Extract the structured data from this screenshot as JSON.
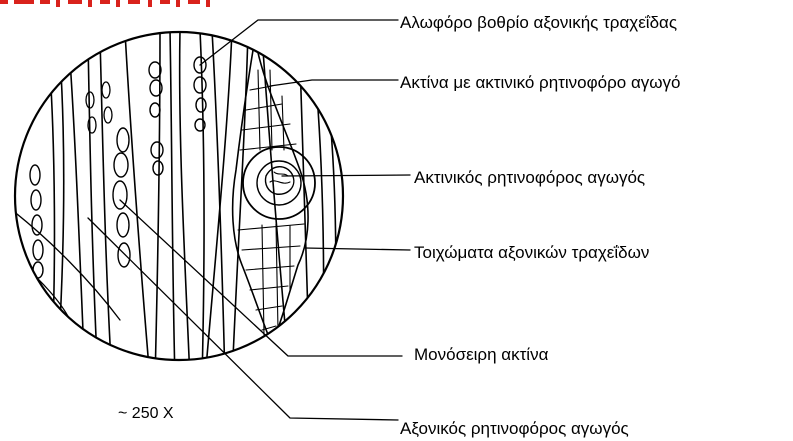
{
  "labels": {
    "bordered_pit": "Αλωφόρο βοθρίο αξονικής τραχεΐδας",
    "ray_with_canal": "Ακτίνα με ακτινικό ρητινοφόρο αγωγό",
    "radial_canal": "Ακτινικός ρητινοφόρος αγωγός",
    "tracheid_walls": "Τοιχώματα αξονικών τραχεΐδων",
    "uniseriate_ray": "Μονόσειρη ακτίνα",
    "axial_canal": "Αξονικός ρητινοφόρος αγωγός"
  },
  "magnification": "~ 250 X",
  "colors": {
    "ink": "#000000",
    "header_red": "#d9221c",
    "background": "#ffffff"
  }
}
